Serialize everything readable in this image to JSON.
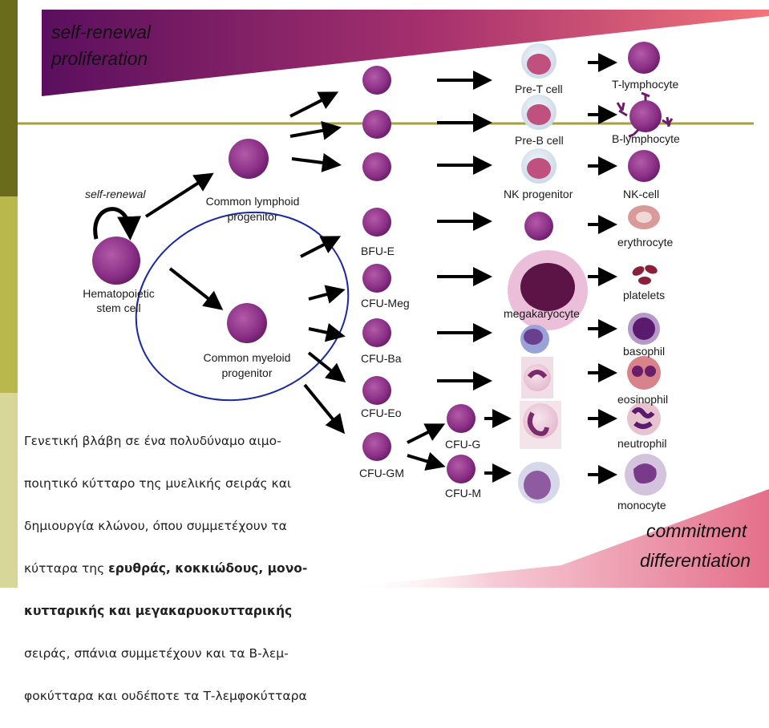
{
  "banner": {
    "top_text_line1": "self-renewal",
    "top_text_line2": "proliferation",
    "bottom_text_line1": "commitment",
    "bottom_text_line2": "differentiation"
  },
  "labels": {
    "self_renewal": "self-renewal",
    "hsc_line1": "Hematopoietic",
    "hsc_line2": "stem cell",
    "clp_line1": "Common lymphoid",
    "clp_line2": "progenitor",
    "cmp_line1": "Common myeloid",
    "cmp_line2": "progenitor",
    "bfu_e": "BFU-E",
    "cfu_meg": "CFU-Meg",
    "cfu_ba": "CFU-Ba",
    "cfu_eo": "CFU-Eo",
    "cfu_gm": "CFU-GM",
    "cfu_g": "CFU-G",
    "cfu_m": "CFU-M",
    "pre_t": "Pre-T cell",
    "pre_b": "Pre-B cell",
    "nk_progenitor": "NK progenitor",
    "megakaryocyte": "megakaryocyte",
    "t_lymphocyte": "T-lymphocyte",
    "b_lymphocyte": "B-lymphocyte",
    "nk_cell": "NK-cell",
    "erythrocyte": "erythrocyte",
    "platelets": "platelets",
    "basophil": "basophil",
    "eosinophil": "eosinophil",
    "neutrophil": "neutrophil",
    "monocyte": "monocyte"
  },
  "note": {
    "line1": "Γενετική βλάβη σε ένα πολυδύναμο αιμο-",
    "line2": "ποιητικό κύτταρο της μυελικής σειράς και",
    "line3": "δημιουργία κλώνου, όπου συμμετέχουν τα",
    "line4_plain": "κύτταρα της ",
    "line4_bold": "ερυθράς, κοκκιώδους, μονο-",
    "line5_bold": "κυτταρικής και μεγακαρυοκυτταρικής",
    "line6": "σειράς, σπάνια συμμετέχουν και τα Β-λεμ-",
    "line7": "φοκύτταρα και ουδέποτε τα Τ-λεμφοκύτταρα"
  },
  "colors": {
    "banner_left": "#5a0f5e",
    "banner_right": "#f2757a",
    "separator_line": "#a7a13c",
    "sidebar_dark": "#6b6b1c",
    "sidebar_light": "#b5b54a",
    "cell_nucleus": "#8a2f86",
    "ellipse": "#1a2aa0"
  }
}
